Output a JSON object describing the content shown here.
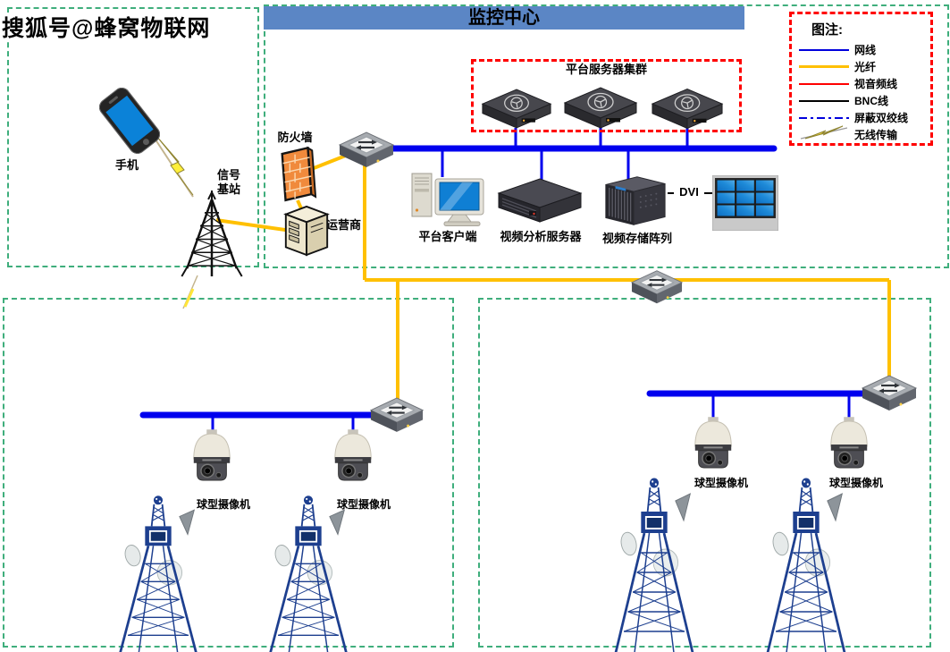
{
  "watermark": "搜狐号@蜂窝物联网",
  "header": {
    "title": "监控中心"
  },
  "legend": {
    "title": "图注:",
    "items": [
      {
        "name": "network-cable",
        "label": "网线",
        "color": "#0000dd",
        "style": "solid"
      },
      {
        "name": "optical-fiber",
        "label": "光纤",
        "color": "#ffc000",
        "style": "solid"
      },
      {
        "name": "audio-video-cable",
        "label": "视音频线",
        "color": "#ff0000",
        "style": "solid"
      },
      {
        "name": "bnc-cable",
        "label": "BNC线",
        "color": "#000000",
        "style": "solid"
      },
      {
        "name": "shielded-twisted-pair",
        "label": "屏蔽双绞线",
        "color": "#0000dd",
        "style": "dash-dot"
      },
      {
        "name": "wireless-transmission",
        "label": "无线传输",
        "color": "#ffe53a",
        "style": "lightning"
      }
    ]
  },
  "nodes": {
    "phone": "手机",
    "base_station": "信号基站",
    "firewall": "防火墙",
    "carrier": "运营商",
    "server_cluster": "平台服务器集群",
    "platform_client": "平台客户端",
    "video_analysis_server": "视频分析服务器",
    "video_storage_array": "视频存储阵列",
    "dome_camera": "球型摄像机",
    "dvi": "DVI"
  },
  "colors": {
    "zone_border": "#3fae7c",
    "cluster_border": "#ff0000",
    "legend_border": "#ff0000",
    "header_bg": "#5b86c5",
    "network_line": "#0000ee",
    "fiber_line": "#ffc000",
    "bnc_line": "#000000",
    "wireless_bolt": "#ffef3a"
  }
}
